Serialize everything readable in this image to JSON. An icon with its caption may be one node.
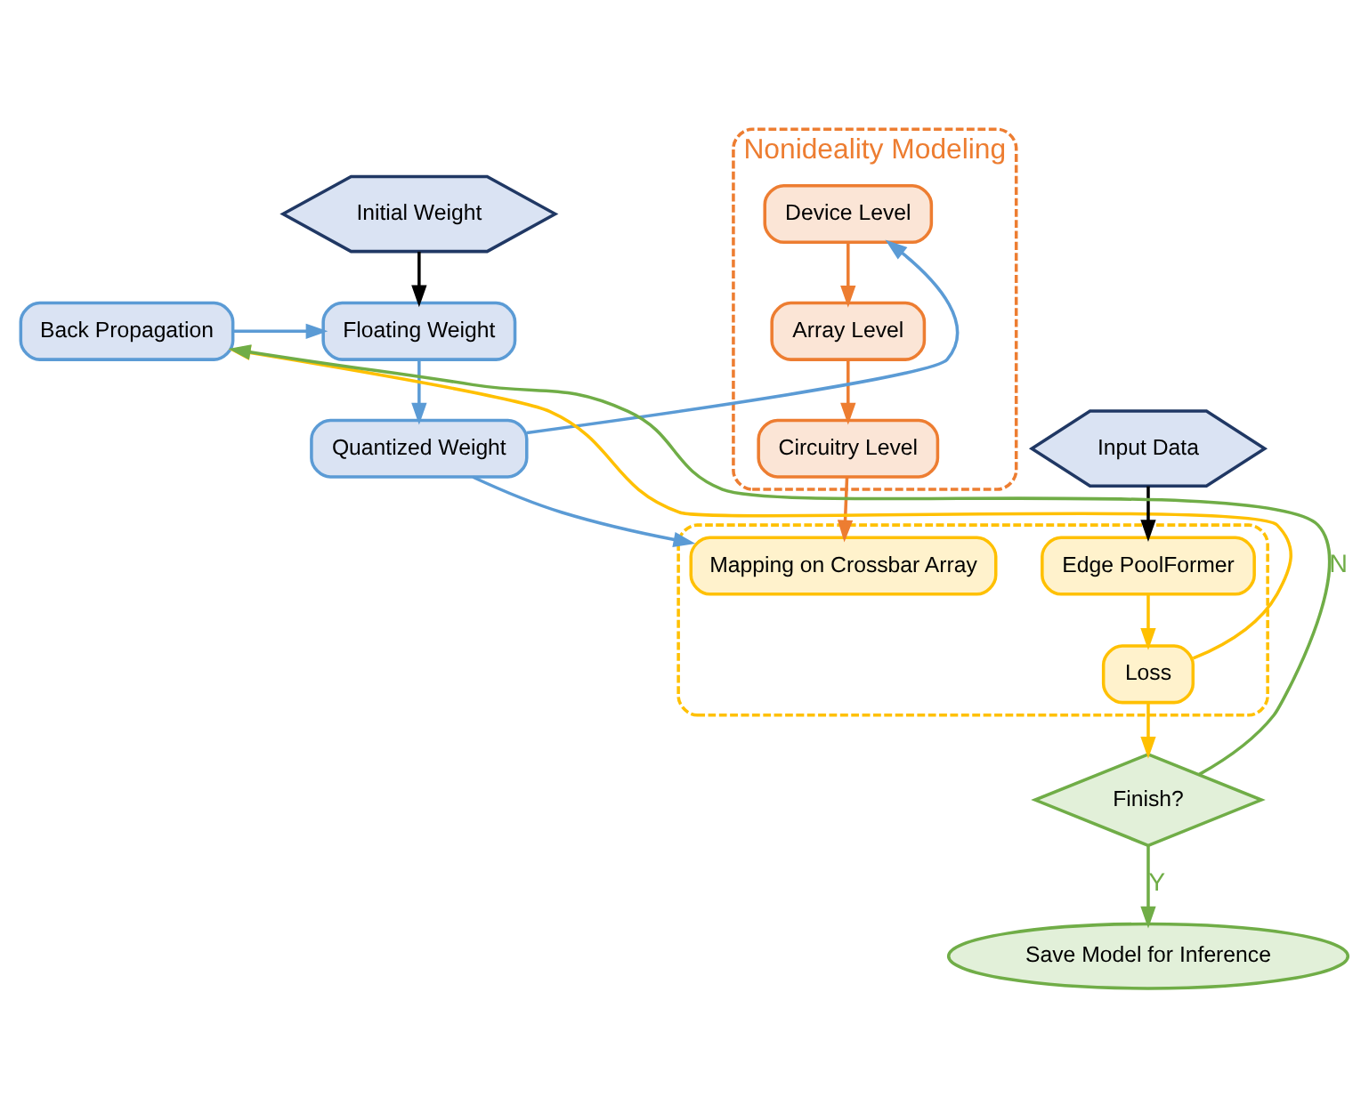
{
  "diagram": {
    "nodes": [
      {
        "text": [
          "Initial Weight"
        ]
      },
      {
        "text": [
          "Nonideality Modeling"
        ]
      },
      {
        "text": [
          "Device Level"
        ],
        "in": 1
      },
      {
        "text": [
          "Array Level"
        ],
        "in": 1
      },
      {
        "text": [
          "Circuitry Level"
        ],
        "in": 1
      },
      {
        "text": [
          "Floating Weight"
        ]
      },
      {
        "text": [
          "Back Propagation"
        ]
      },
      {
        "text": [
          "Quantized Weight"
        ]
      },
      {
        "text": [],
        "shape": "box"
      },
      {
        "text": [
          "Mapping on Crossbar Array"
        ],
        "in": 8
      },
      {
        "text": [
          "Input Data"
        ]
      },
      {
        "text": [
          "Edge PoolFormer"
        ],
        "in": 8
      },
      {
        "text": [
          "Loss"
        ],
        "in": 8
      },
      {
        "text": [
          "Save Model for Inference"
        ]
      },
      {
        "text": [
          "Finish?"
        ]
      }
    ],
    "edges": [
      {
        "from": 0,
        "to": 5,
        "arrow": "to",
        "color": "#000000"
      },
      {
        "from": 6,
        "to": 5,
        "arrow": "to",
        "color": "#5b9bd5"
      },
      {
        "from": 5,
        "to": 7,
        "arrow": "to",
        "color": "#5b9bd5"
      },
      {
        "from": 7,
        "to": 2,
        "arrow": "to",
        "color": "#5b9bd5"
      },
      {
        "from": 2,
        "to": 3,
        "arrow": "to",
        "color": "#ed7d31"
      },
      {
        "from": 3,
        "to": 4,
        "arrow": "to",
        "color": "#ed7d31"
      },
      {
        "from": 7,
        "to": 9,
        "arrow": "to",
        "color": "#5b9bd5"
      },
      {
        "from": 4,
        "to": 9,
        "arrow": "to",
        "color": "#ed7d31"
      },
      {
        "from": 10,
        "to": 11,
        "arrow": "to",
        "color": "#000000"
      },
      {
        "from": 11,
        "to": 12,
        "arrow": "to",
        "color": "#ffc000"
      },
      {
        "from": 12,
        "to": 6,
        "arrow": "to",
        "color": "#ffc000"
      },
      {
        "from": 12,
        "to": 14,
        "arrow": "to",
        "color": "#ffc000"
      },
      {
        "from": 14,
        "to": 13,
        "arrow": "to",
        "label": "Y",
        "color": "#70ad47"
      },
      {
        "from": 14,
        "to": 6,
        "arrow": "to",
        "label": "N",
        "color": "#70ad47"
      }
    ]
  }
}
